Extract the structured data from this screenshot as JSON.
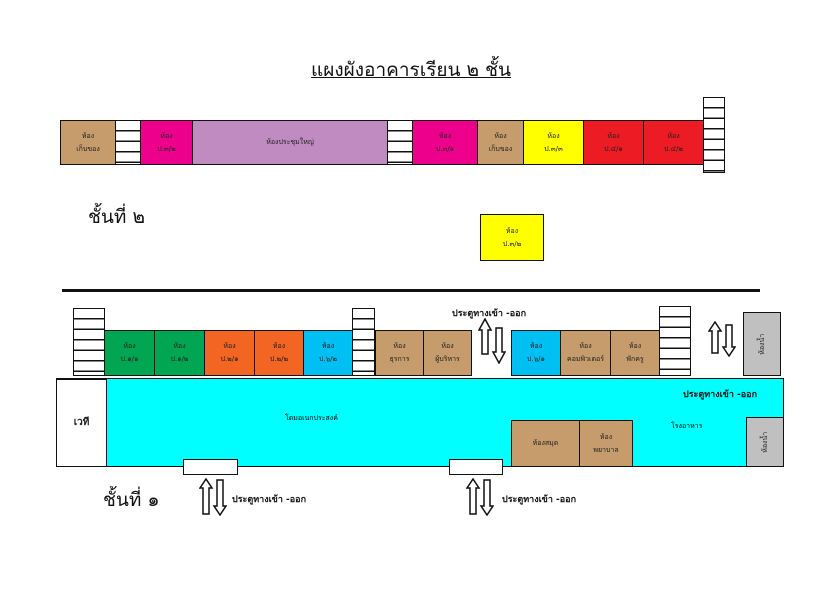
{
  "title": "แผงผังอาคารเรียน ๒ ชั้น",
  "floor2": {
    "label": "ชั้นที่ ๒",
    "rooms": [
      {
        "l1": "ห้อง",
        "l2": "เก็บของ",
        "color": "#c69c6d"
      },
      {
        "l1": "ห้อง",
        "l2": "ป.๓/๒",
        "color": "#ec008c"
      },
      {
        "l1": "ห้องประชุมใหญ่",
        "l2": "",
        "color": "#bf8bc0"
      },
      {
        "l1": "ห้อง",
        "l2": "ป.๓/๑",
        "color": "#ec008c"
      },
      {
        "l1": "ห้อง",
        "l2": "เก็บของ",
        "color": "#c69c6d"
      },
      {
        "l1": "ห้อง",
        "l2": "ป.๓/๓",
        "color": "#ffff00"
      },
      {
        "l1": "ห้อง",
        "l2": "ป.๔/๑",
        "color": "#ed1c24"
      },
      {
        "l1": "ห้อง",
        "l2": "ป.๔/๒",
        "color": "#ed1c24"
      },
      {
        "l1": "ห้อง",
        "l2": "ป.๓/๒",
        "color": "#ffff00"
      }
    ]
  },
  "floor1": {
    "label": "ชั้นที่ ๑",
    "rooms": [
      {
        "l1": "ห้อง",
        "l2": "ป.๑/๑",
        "color": "#00a651"
      },
      {
        "l1": "ห้อง",
        "l2": "ป.๑/๒",
        "color": "#00a651"
      },
      {
        "l1": "ห้อง",
        "l2": "ป.๒/๑",
        "color": "#f26522"
      },
      {
        "l1": "ห้อง",
        "l2": "ป.๒/๒",
        "color": "#f26522"
      },
      {
        "l1": "ห้อง",
        "l2": "ป.๖/๒",
        "color": "#00bff3"
      },
      {
        "l1": "ห้อง",
        "l2": "ธุรการ",
        "color": "#c69c6d"
      },
      {
        "l1": "ห้อง",
        "l2": "ผู้บริหาร",
        "color": "#c69c6d"
      },
      {
        "l1": "ห้อง",
        "l2": "ป.๖/๑",
        "color": "#00bff3"
      },
      {
        "l1": "ห้อง",
        "l2": "คอมพิวเตอร์",
        "color": "#c69c6d"
      },
      {
        "l1": "ห้อง",
        "l2": "พักครู",
        "color": "#c69c6d"
      },
      {
        "l1": "ห้องน้ำ",
        "l2": "",
        "color": "#c0c0c0"
      },
      {
        "l1": "ห้องสมุด",
        "l2": "",
        "color": "#c69c6d"
      },
      {
        "l1": "ห้อง",
        "l2": "พยาบาล",
        "color": "#c69c6d"
      },
      {
        "l1": "ห้องน้ำ",
        "l2": "",
        "color": "#c0c0c0"
      }
    ],
    "dome": "โดมอเนกประสงค์",
    "canteen": "โรงอาหาร",
    "stage": "เวที",
    "dome_color": "#00ffff",
    "doors": [
      "ประตูทางเข้า -ออก",
      "ประตูทางเข้า -ออก",
      "ประตูทางเข้า -ออก",
      "ประตูทางเข้า -ออก"
    ]
  }
}
